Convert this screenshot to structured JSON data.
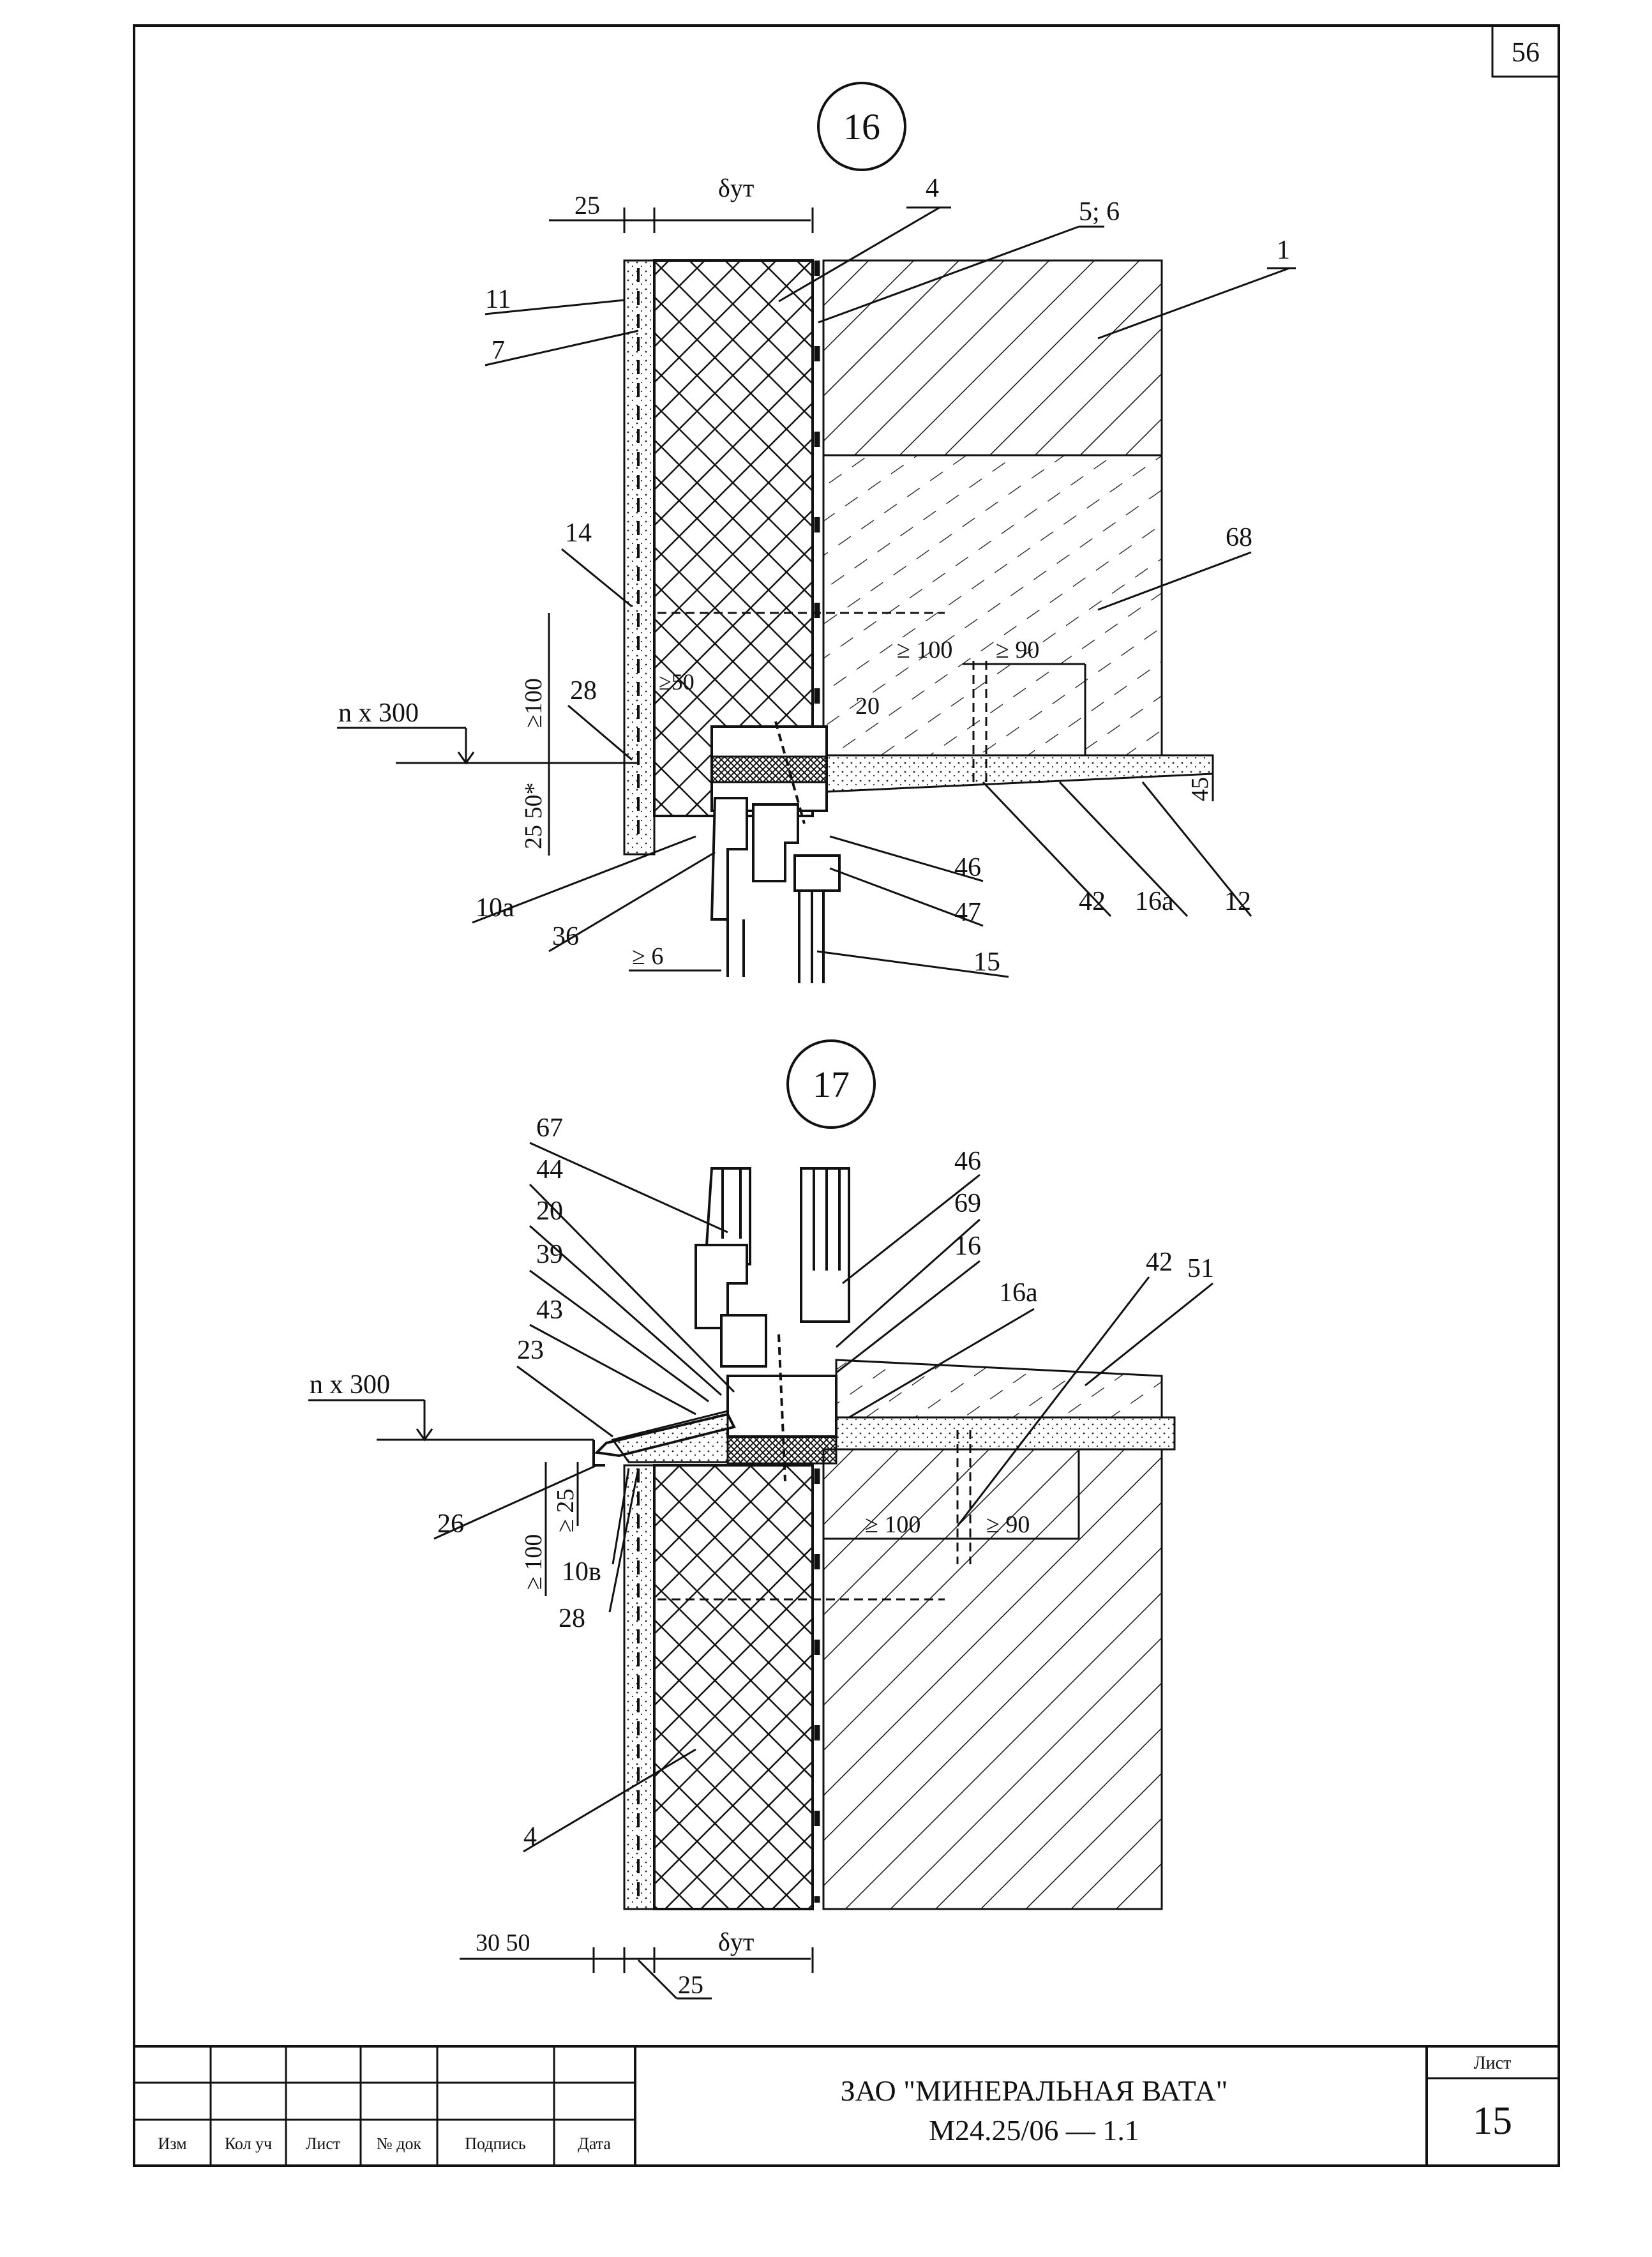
{
  "sheet_corner_number": "56",
  "detail_16": {
    "number": "16",
    "dims": {
      "d25": "25",
      "delta": "δут",
      "ge100": "≥100",
      "ge50": "≥50",
      "d20": "20",
      "ge100b": "≥ 100",
      "ge90": "≥ 90",
      "d45": "45",
      "d25_50": "25 50*",
      "ge6": "≥ 6"
    },
    "level": "n x 300",
    "callouts": [
      "4",
      "5; 6",
      "1",
      "11",
      "7",
      "14",
      "68",
      "28",
      "10a",
      "36",
      "46",
      "47",
      "15",
      "42",
      "16a",
      "12"
    ]
  },
  "detail_17": {
    "number": "17",
    "dims": {
      "ge25": "≥ 25",
      "ge100": "≥ 100",
      "ge100b": "≥ 100",
      "ge90": "≥ 90",
      "d30_50": "30  50",
      "delta": "δут",
      "d25": "25"
    },
    "level": "n x 300",
    "callouts": [
      "67",
      "46",
      "44",
      "69",
      "20",
      "16",
      "39",
      "16a",
      "42",
      "51",
      "43",
      "23",
      "26",
      "10в",
      "28",
      "4"
    ]
  },
  "title_block": {
    "columns": [
      "Изм",
      "Кол уч",
      "Лист",
      "№ док",
      "Подпись",
      "Дата"
    ],
    "company": "ЗАО \"МИНЕРАЛЬНАЯ ВАТА\"",
    "code": "M24.25/06  —  1.1",
    "sheet_label": "Лист",
    "sheet_number": "15"
  }
}
